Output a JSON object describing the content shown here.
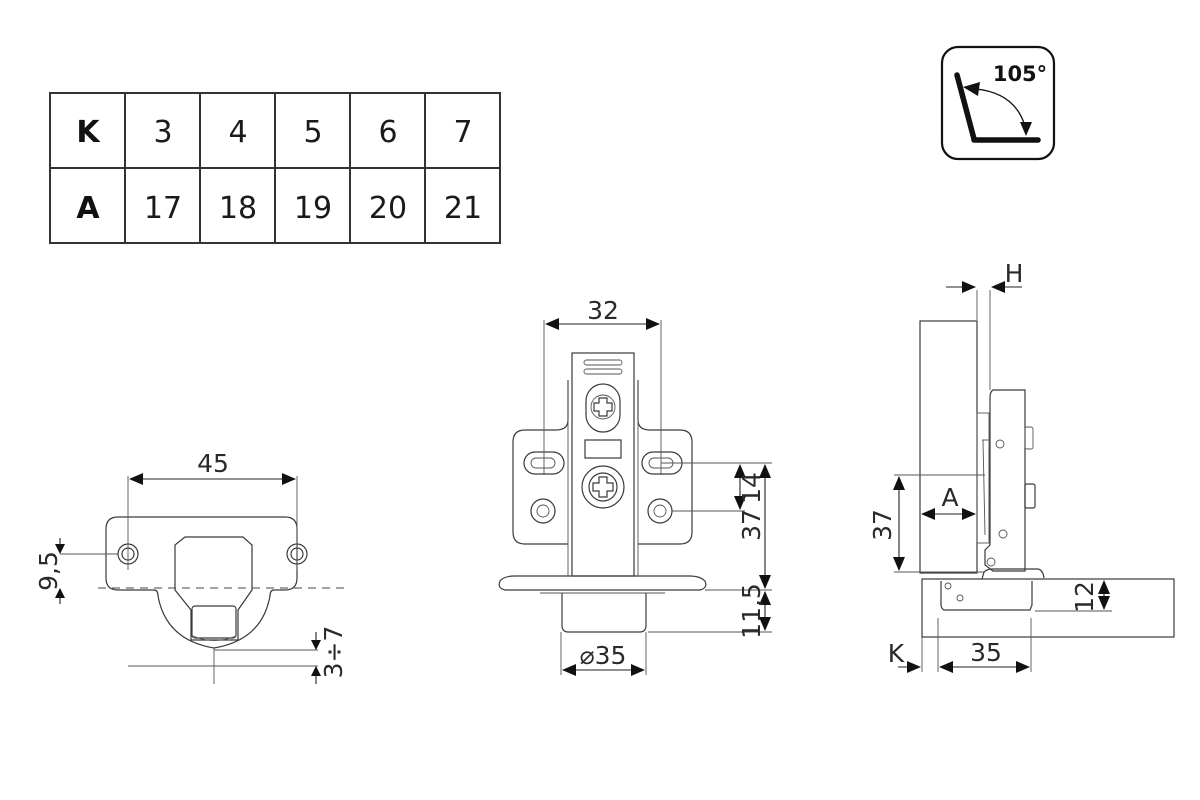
{
  "table": {
    "rows": [
      {
        "header": "K",
        "values": [
          "3",
          "4",
          "5",
          "6",
          "7"
        ]
      },
      {
        "header": "A",
        "values": [
          "17",
          "18",
          "19",
          "20",
          "21"
        ]
      }
    ]
  },
  "opening_angle_icon": {
    "label": "105°"
  },
  "front_view": {
    "dim_hole_spacing": "45",
    "dim_hole_offset": "9,5",
    "dim_cup_depth_range": "3÷7"
  },
  "top_view": {
    "dim_mount_spacing": "32",
    "dim_hole_vertical": "14",
    "dim_total_height": "37",
    "dim_cup_depth": "11,5",
    "dim_cup_diameter": "⌀35"
  },
  "side_view": {
    "dim_h": "H",
    "dim_height": "37",
    "dim_a": "A",
    "dim_cup_depth": "12",
    "dim_k": "K",
    "dim_cup_width": "35"
  }
}
